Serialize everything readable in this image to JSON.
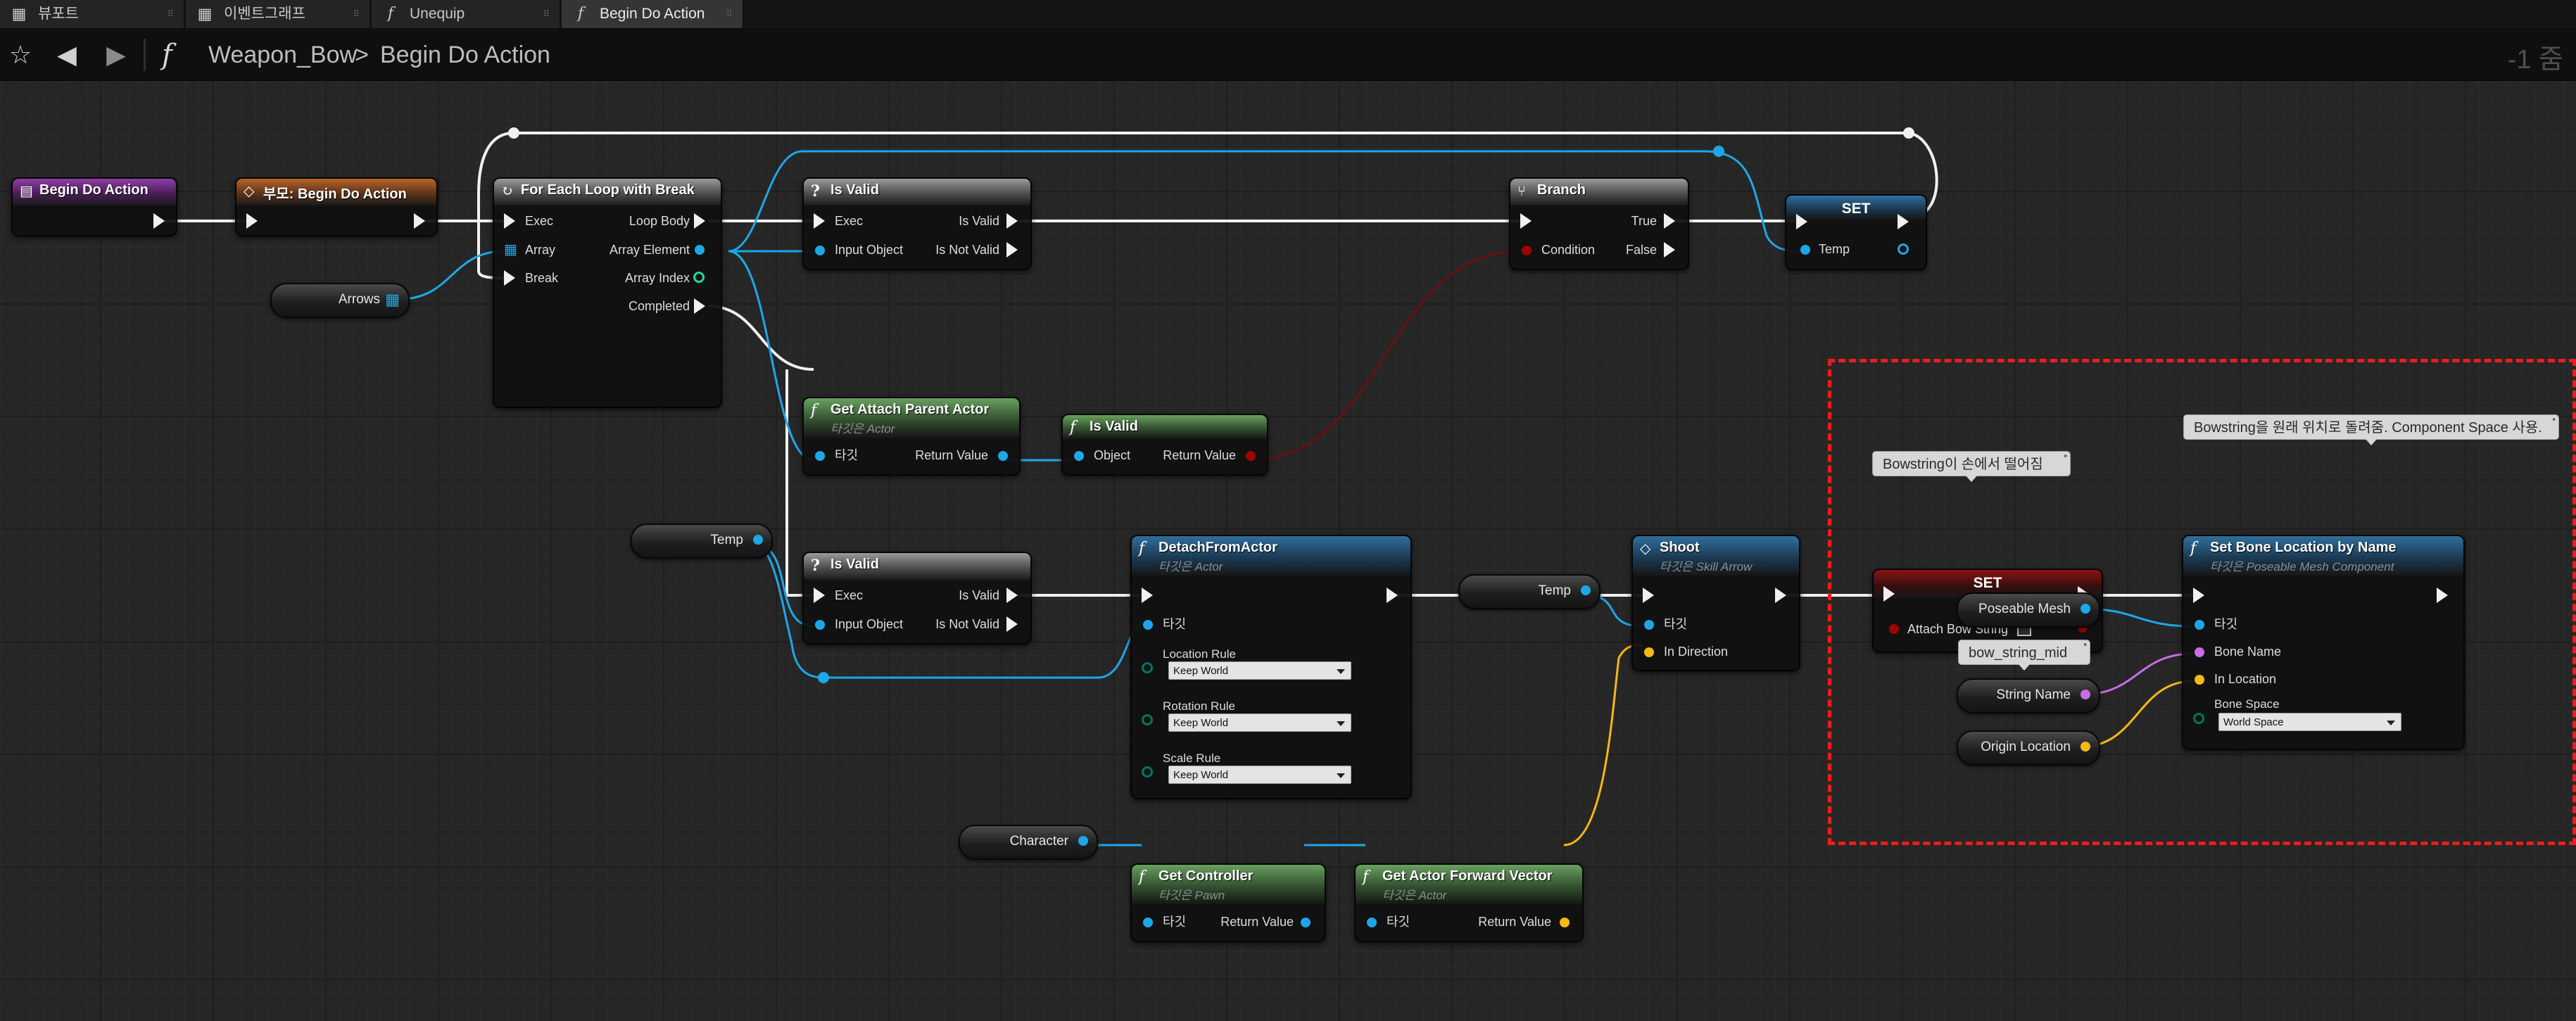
{
  "tabs": [
    {
      "icon": "viewport-icon",
      "label": "뷰포트"
    },
    {
      "icon": "event-graph-icon",
      "label": "이벤트그래프"
    },
    {
      "icon": "function-icon",
      "label": "Unequip"
    },
    {
      "icon": "function-icon",
      "label": "Begin Do Action"
    }
  ],
  "toolbar": {
    "fn_glyph": "f",
    "breadcrumb_parent": "Weapon_Bow",
    "breadcrumb_sep": ">",
    "breadcrumb_current": "Begin Do Action",
    "zoom": "-1 줌"
  },
  "nodes": {
    "begin": {
      "title": "Begin Do Action"
    },
    "parent": {
      "title": "부모: Begin Do Action"
    },
    "foreach": {
      "title": "For Each Loop with Break",
      "exec": "Exec",
      "array": "Array",
      "brk": "Break",
      "loop_body": "Loop Body",
      "array_element": "Array Element",
      "array_index": "Array Index",
      "completed": "Completed"
    },
    "isvalid1": {
      "title": "Is Valid",
      "exec": "Exec",
      "input": "Input Object",
      "valid": "Is Valid",
      "not_valid": "Is Not Valid"
    },
    "branch": {
      "title": "Branch",
      "cond": "Condition",
      "t": "True",
      "f": "False"
    },
    "set1": {
      "title": "SET",
      "pin": "Temp"
    },
    "attach": {
      "title": "Get Attach Parent Actor",
      "sub": "타깃은 Actor",
      "target": "타깃",
      "ret": "Return Value"
    },
    "isvalid_pure": {
      "title": "Is Valid",
      "obj": "Object",
      "ret": "Return Value"
    },
    "isvalid2": {
      "title": "Is Valid",
      "exec": "Exec",
      "input": "Input Object",
      "valid": "Is Valid",
      "not_valid": "Is Not Valid"
    },
    "detach": {
      "title": "DetachFromActor",
      "sub": "타깃은 Actor",
      "target": "타깃",
      "loc_rule": "Location Rule",
      "loc_val": "Keep World",
      "rot_rule": "Rotation Rule",
      "rot_val": "Keep World",
      "scale_rule": "Scale Rule",
      "scale_val": "Keep World"
    },
    "shoot": {
      "title": "Shoot",
      "sub": "타깃은 Skill Arrow",
      "target": "타깃",
      "dir": "In Direction"
    },
    "set2": {
      "title": "SET",
      "pin": "Attach Bow String"
    },
    "setbone": {
      "title": "Set Bone Location by Name",
      "sub": "타깃은 Poseable Mesh Component",
      "target": "타깃",
      "bone_name": "Bone Name",
      "in_loc": "In Location",
      "bone_space": "Bone Space",
      "bone_space_val": "World Space"
    },
    "getctrl": {
      "title": "Get Controller",
      "sub": "타깃은 Pawn",
      "target": "타깃",
      "ret": "Return Value"
    },
    "fwd": {
      "title": "Get Actor Forward Vector",
      "sub": "타깃은 Actor",
      "target": "타깃",
      "ret": "Return Value"
    }
  },
  "vars": {
    "arrows": "Arrows",
    "temp1": "Temp",
    "temp2": "Temp",
    "character": "Character",
    "poseable": "Poseable Mesh",
    "string_name": "String Name",
    "origin": "Origin Location"
  },
  "comments": {
    "set2": "Bowstring이 손에서 떨어짐",
    "setbone": "Bowstring을 원래 위치로 돌려줌. Component Space 사용.",
    "string_name": "bow_string_mid"
  },
  "colors": {
    "exec": "#f0f0f0",
    "object": "#1ea7e8",
    "bool": "#a00000",
    "vector": "#f5b815",
    "name": "#c86ee6",
    "byte": "#00755e",
    "selection": "#ee1c1c"
  }
}
